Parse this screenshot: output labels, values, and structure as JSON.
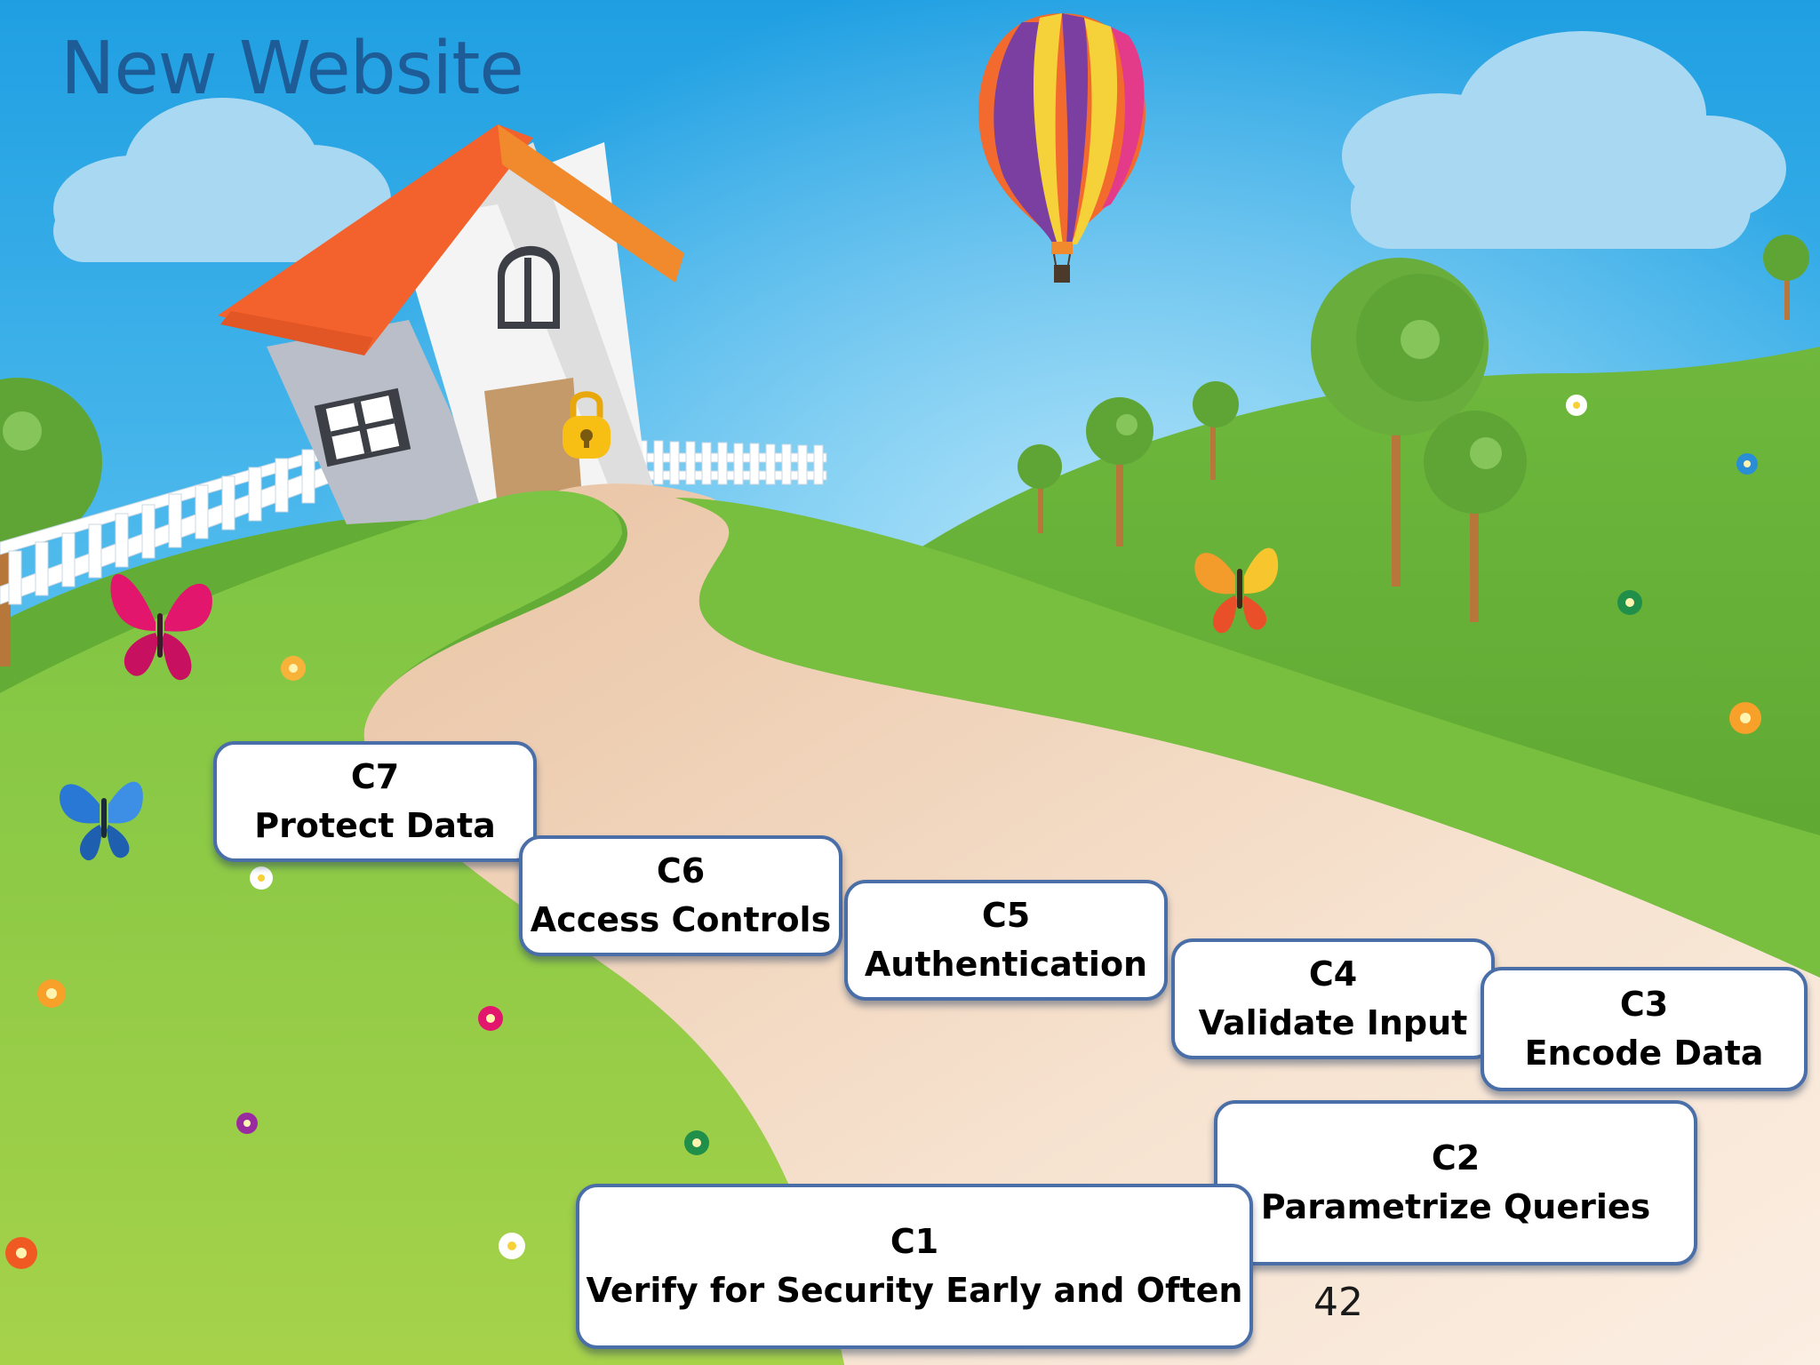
{
  "slide": {
    "title": "New Website",
    "page_number": "42"
  },
  "steps": [
    {
      "id": "C1",
      "label": "Verify for Security Early and Often"
    },
    {
      "id": "C2",
      "label": "Parametrize Queries"
    },
    {
      "id": "C3",
      "label": "Encode Data"
    },
    {
      "id": "C4",
      "label": "Validate Input"
    },
    {
      "id": "C5",
      "label": "Authentication"
    },
    {
      "id": "C6",
      "label": "Access Controls"
    },
    {
      "id": "C7",
      "label": "Protect Data"
    }
  ],
  "colors": {
    "title": "#1d5c96",
    "box_border": "#4a6fa8",
    "sky": "#29a8e6",
    "grass": "#6db33f",
    "path": "#f2d3b8",
    "roof": "#f26a2e"
  },
  "icons": {
    "lock": "padlock-icon"
  }
}
